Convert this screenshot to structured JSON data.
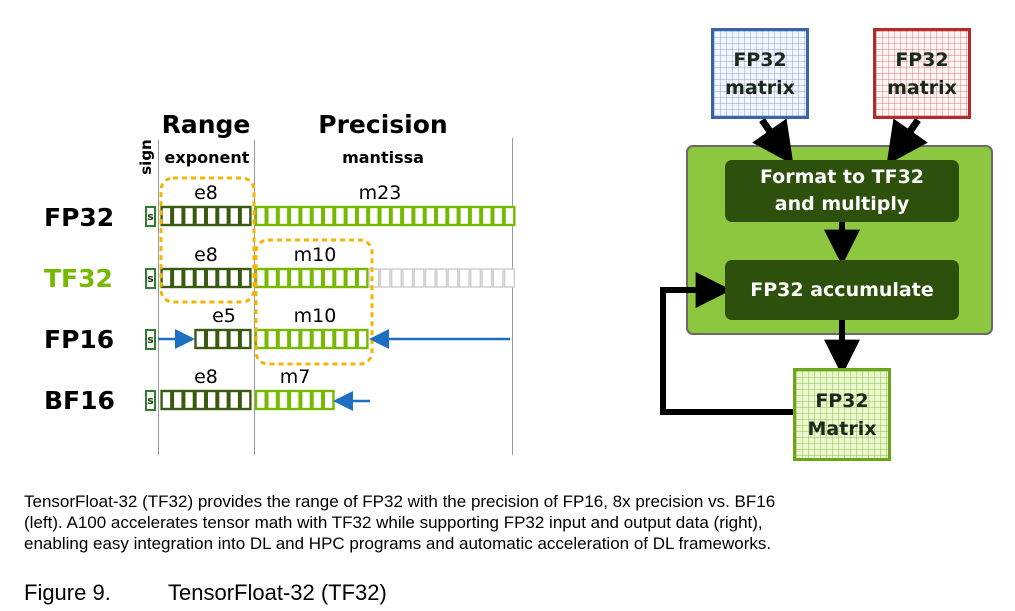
{
  "left": {
    "sign_label": "sign",
    "range_title": "Range",
    "range_sub": "exponent",
    "precision_title": "Precision",
    "precision_sub": "mantissa",
    "sign_bit_letter": "s",
    "formats": [
      {
        "name": "FP32",
        "exp_label": "e8",
        "mant_label": "m23",
        "exp_bits": 8,
        "mant_bits": 23,
        "color": "#000000"
      },
      {
        "name": "TF32",
        "exp_label": "e8",
        "mant_label": "m10",
        "exp_bits": 8,
        "mant_bits": 10,
        "color": "#76b900"
      },
      {
        "name": "FP16",
        "exp_label": "e5",
        "mant_label": "m10",
        "exp_bits": 5,
        "mant_bits": 10,
        "color": "#000000"
      },
      {
        "name": "BF16",
        "exp_label": "e8",
        "mant_label": "m7",
        "exp_bits": 8,
        "mant_bits": 7,
        "color": "#000000"
      }
    ]
  },
  "right": {
    "input_a": {
      "line1": "FP32",
      "line2": "matrix"
    },
    "input_b": {
      "line1": "FP32",
      "line2": "matrix"
    },
    "step1": {
      "line1": "Format to TF32",
      "line2": "and multiply"
    },
    "step2": "FP32 accumulate",
    "output": {
      "line1": "FP32",
      "line2": "Matrix"
    }
  },
  "caption": {
    "line1": "TensorFloat-32 (TF32) provides the range of FP32 with the precision of FP16, 8x precision vs. BF16",
    "line2": "(left). A100 accelerates tensor math with TF32 while supporting FP32 input and output data (right),",
    "line3": "enabling easy integration into DL and HPC programs and automatic acceleration of DL frameworks.",
    "figure_number": "Figure 9.",
    "figure_title": "TensorFloat-32 (TF32)"
  },
  "colors": {
    "nvidia_green": "#76b900",
    "dark_green": "#2d500c",
    "exponent_fill": "#3a5a10",
    "highlight_dash": "#f5b400",
    "arrow_blue": "#1f6fc1",
    "unused_bit": "#cfcfcf"
  }
}
